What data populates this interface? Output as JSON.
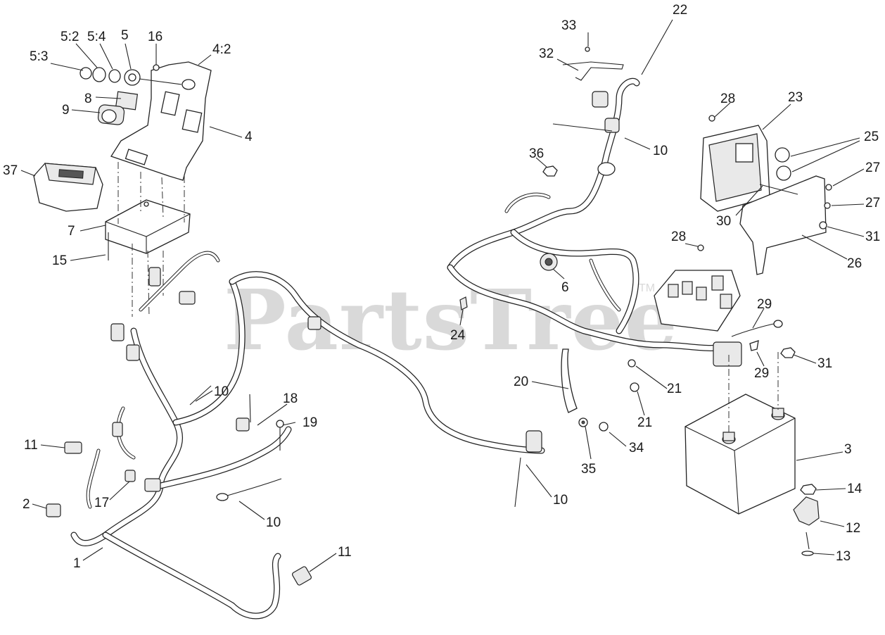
{
  "watermark": {
    "text": "PartsTree",
    "tm": "TM"
  },
  "callouts": [
    {
      "id": "c-5-3",
      "label": "5:3"
    },
    {
      "id": "c-5-2",
      "label": "5:2"
    },
    {
      "id": "c-5-4",
      "label": "5:4"
    },
    {
      "id": "c-5",
      "label": "5"
    },
    {
      "id": "c-16",
      "label": "16"
    },
    {
      "id": "c-4-2",
      "label": "4:2"
    },
    {
      "id": "c-8",
      "label": "8"
    },
    {
      "id": "c-9",
      "label": "9"
    },
    {
      "id": "c-4",
      "label": "4"
    },
    {
      "id": "c-37",
      "label": "37"
    },
    {
      "id": "c-7",
      "label": "7"
    },
    {
      "id": "c-15",
      "label": "15"
    },
    {
      "id": "c-10a",
      "label": "10"
    },
    {
      "id": "c-18",
      "label": "18"
    },
    {
      "id": "c-19",
      "label": "19"
    },
    {
      "id": "c-11a",
      "label": "11"
    },
    {
      "id": "c-17",
      "label": "17"
    },
    {
      "id": "c-2",
      "label": "2"
    },
    {
      "id": "c-10b",
      "label": "10"
    },
    {
      "id": "c-1",
      "label": "1"
    },
    {
      "id": "c-11b",
      "label": "11"
    },
    {
      "id": "c-10c",
      "label": "10"
    },
    {
      "id": "c-33",
      "label": "33"
    },
    {
      "id": "c-32",
      "label": "32"
    },
    {
      "id": "c-22",
      "label": "22"
    },
    {
      "id": "c-10d",
      "label": "10"
    },
    {
      "id": "c-28a",
      "label": "28"
    },
    {
      "id": "c-23",
      "label": "23"
    },
    {
      "id": "c-25",
      "label": "25"
    },
    {
      "id": "c-36",
      "label": "36"
    },
    {
      "id": "c-27a",
      "label": "27"
    },
    {
      "id": "c-27b",
      "label": "27"
    },
    {
      "id": "c-30",
      "label": "30"
    },
    {
      "id": "c-31a",
      "label": "31"
    },
    {
      "id": "c-28b",
      "label": "28"
    },
    {
      "id": "c-26",
      "label": "26"
    },
    {
      "id": "c-6",
      "label": "6"
    },
    {
      "id": "c-24",
      "label": "24"
    },
    {
      "id": "c-29a",
      "label": "29"
    },
    {
      "id": "c-29b",
      "label": "29"
    },
    {
      "id": "c-31b",
      "label": "31"
    },
    {
      "id": "c-20",
      "label": "20"
    },
    {
      "id": "c-21a",
      "label": "21"
    },
    {
      "id": "c-21b",
      "label": "21"
    },
    {
      "id": "c-34",
      "label": "34"
    },
    {
      "id": "c-35",
      "label": "35"
    },
    {
      "id": "c-3",
      "label": "3"
    },
    {
      "id": "c-14",
      "label": "14"
    },
    {
      "id": "c-12",
      "label": "12"
    },
    {
      "id": "c-13",
      "label": "13"
    }
  ]
}
